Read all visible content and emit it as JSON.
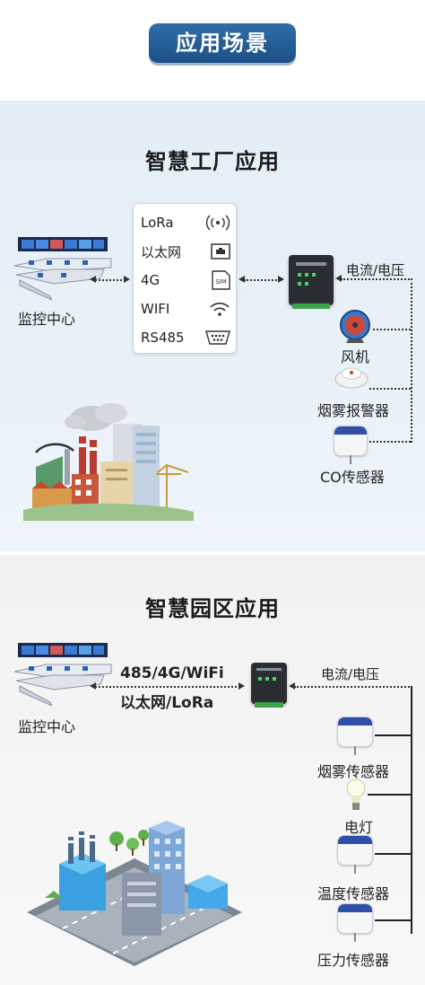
{
  "header": {
    "title": "应用场景"
  },
  "factory": {
    "title": "智慧工厂应用",
    "monitor_label": "监控中心",
    "protocols": [
      {
        "label": "LoRa",
        "icon": "broadcast-icon"
      },
      {
        "label": "以太网",
        "icon": "ethernet-port-icon"
      },
      {
        "label": "4G",
        "icon": "sim-card-icon"
      },
      {
        "label": "WIFI",
        "icon": "wifi-icon"
      },
      {
        "label": "RS485",
        "icon": "serial-port-icon"
      }
    ],
    "sim_text": "SIM",
    "signal_label": "电流/电压",
    "devices": [
      "风机",
      "烟雾报警器",
      "CO传感器"
    ]
  },
  "park": {
    "title": "智慧园区应用",
    "monitor_label": "监控中心",
    "link_line1": "485/4G/WiFi",
    "link_line2": "以太网/LoRa",
    "signal_label": "电流/电压",
    "devices": [
      "烟雾传感器",
      "电灯",
      "温度传感器",
      "压力传感器"
    ]
  },
  "colors": {
    "banner": "#1c4f86",
    "sensor_band": "#2f4ea8",
    "device_green": "#3aa34a"
  }
}
